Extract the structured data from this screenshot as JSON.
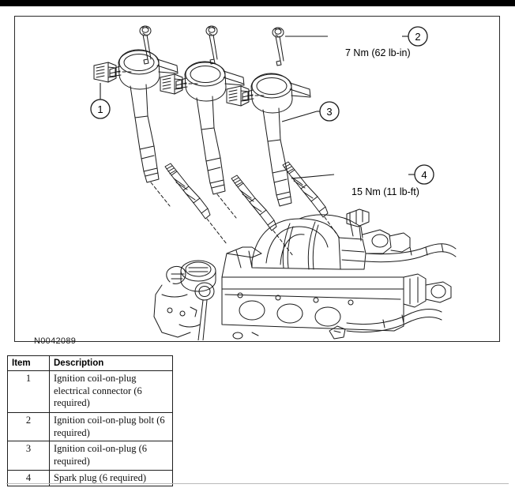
{
  "figure": {
    "id_label": "N0042089",
    "callouts": [
      {
        "number": "1",
        "target": "ignition-coil-on-plug-electrical-connector"
      },
      {
        "number": "2",
        "target": "ignition-coil-on-plug-bolt"
      },
      {
        "number": "3",
        "target": "ignition-coil-on-plug"
      },
      {
        "number": "4",
        "target": "spark-plug"
      }
    ],
    "torque_specs": [
      {
        "callout": "2",
        "text": "7 Nm (62 lb-in)"
      },
      {
        "callout": "4",
        "text": "15 Nm (11 lb-ft)"
      }
    ],
    "line_color": "#1a1a1a",
    "background": "#ffffff"
  },
  "table": {
    "headers": {
      "item": "Item",
      "description": "Description"
    },
    "rows": [
      {
        "item": "1",
        "description": "Ignition coil-on-plug electrical connector (6 required)"
      },
      {
        "item": "2",
        "description": "Ignition coil-on-plug bolt (6 required)"
      },
      {
        "item": "3",
        "description": "Ignition coil-on-plug (6 required)"
      },
      {
        "item": "4",
        "description": "Spark plug (6 required)"
      }
    ]
  }
}
